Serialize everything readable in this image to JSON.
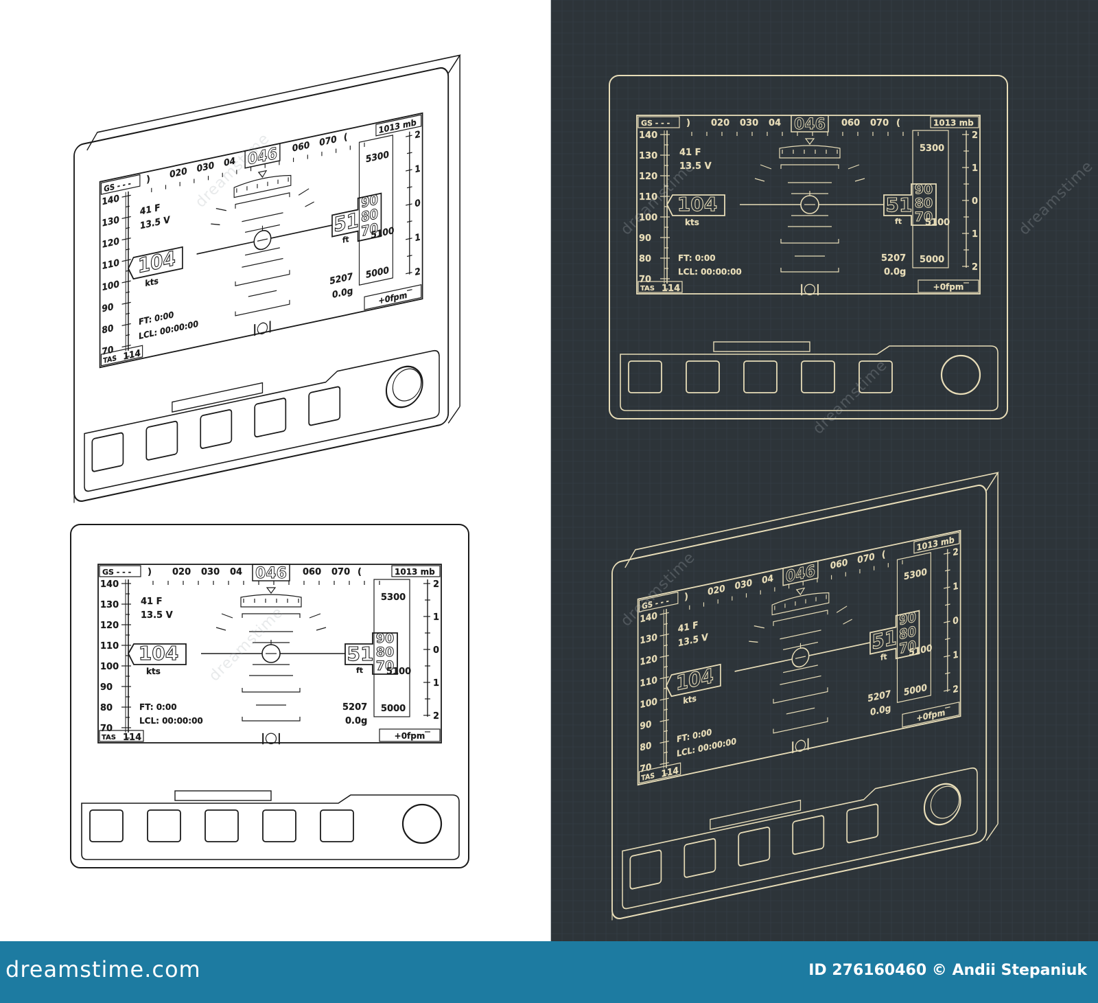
{
  "display": {
    "gs_label": "GS - - -",
    "baro": "1013 mb",
    "heading_value": "046",
    "heading_ticks": [
      ")",
      "020",
      "030",
      "04",
      "",
      "060",
      "070",
      "("
    ],
    "speed_ticks": [
      "140",
      "130",
      "120",
      "110",
      "100",
      "90",
      "80",
      "70"
    ],
    "speed_value": "104",
    "speed_unit": "kts",
    "temperature": "41  F",
    "voltage": "13.5 V",
    "altitude_big": "51",
    "altitude_roll": [
      "90",
      "80",
      "70"
    ],
    "altitude_unit": "ft",
    "alt_tape": [
      "5300",
      "5100",
      "5000"
    ],
    "vsi_scale": [
      "2",
      "1",
      "0",
      "1",
      "2"
    ],
    "flight_time": "FT:   0:00",
    "local_time": "LCL:  00:00:00",
    "density_alt": "5207",
    "g_load": "0.0g",
    "tas_label": "TAS",
    "tas_value": "114",
    "vertical_speed": "+0fpm",
    "slip_indicator": "|◯|"
  },
  "footer": {
    "brand": "dreamstime.com",
    "credit": "ID 276160460 © Andii Stepaniuk"
  },
  "watermark": "dreamstime",
  "colors": {
    "dark_background": "#2d3439",
    "cream_line": "#e8ddb8",
    "footer_blue": "#1d7ba1"
  }
}
